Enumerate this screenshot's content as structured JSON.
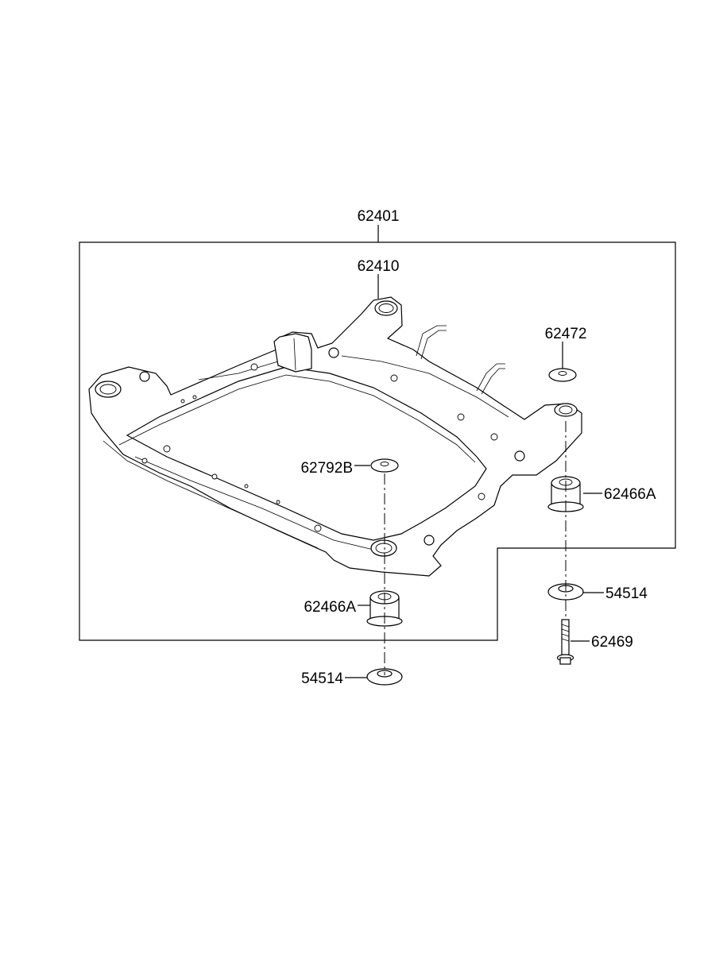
{
  "labels": {
    "assembly": "62401",
    "crossmember": "62410",
    "stopper_upper_rear": "62472",
    "stopper_upper_front": "62792B",
    "bushing_rear": "62466A",
    "bushing_front": "62466A",
    "washer_rear": "54514",
    "washer_front": "54514",
    "bolt": "62469"
  }
}
